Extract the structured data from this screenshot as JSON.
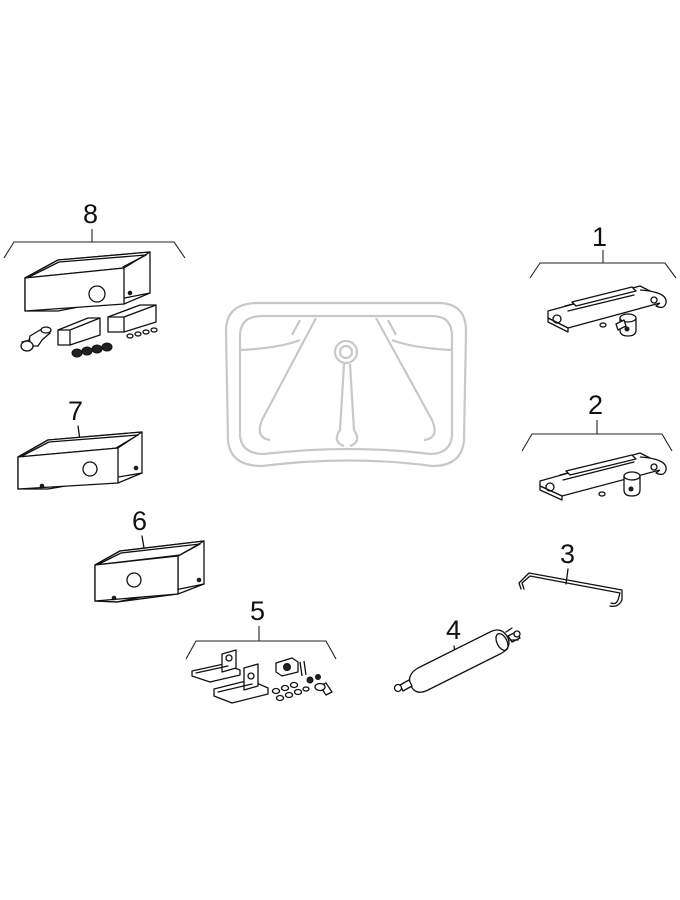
{
  "parts": [
    {
      "label": "1"
    },
    {
      "label": "2"
    },
    {
      "label": "3"
    },
    {
      "label": "4"
    },
    {
      "label": "5"
    },
    {
      "label": "6"
    },
    {
      "label": "7"
    },
    {
      "label": "8"
    }
  ]
}
